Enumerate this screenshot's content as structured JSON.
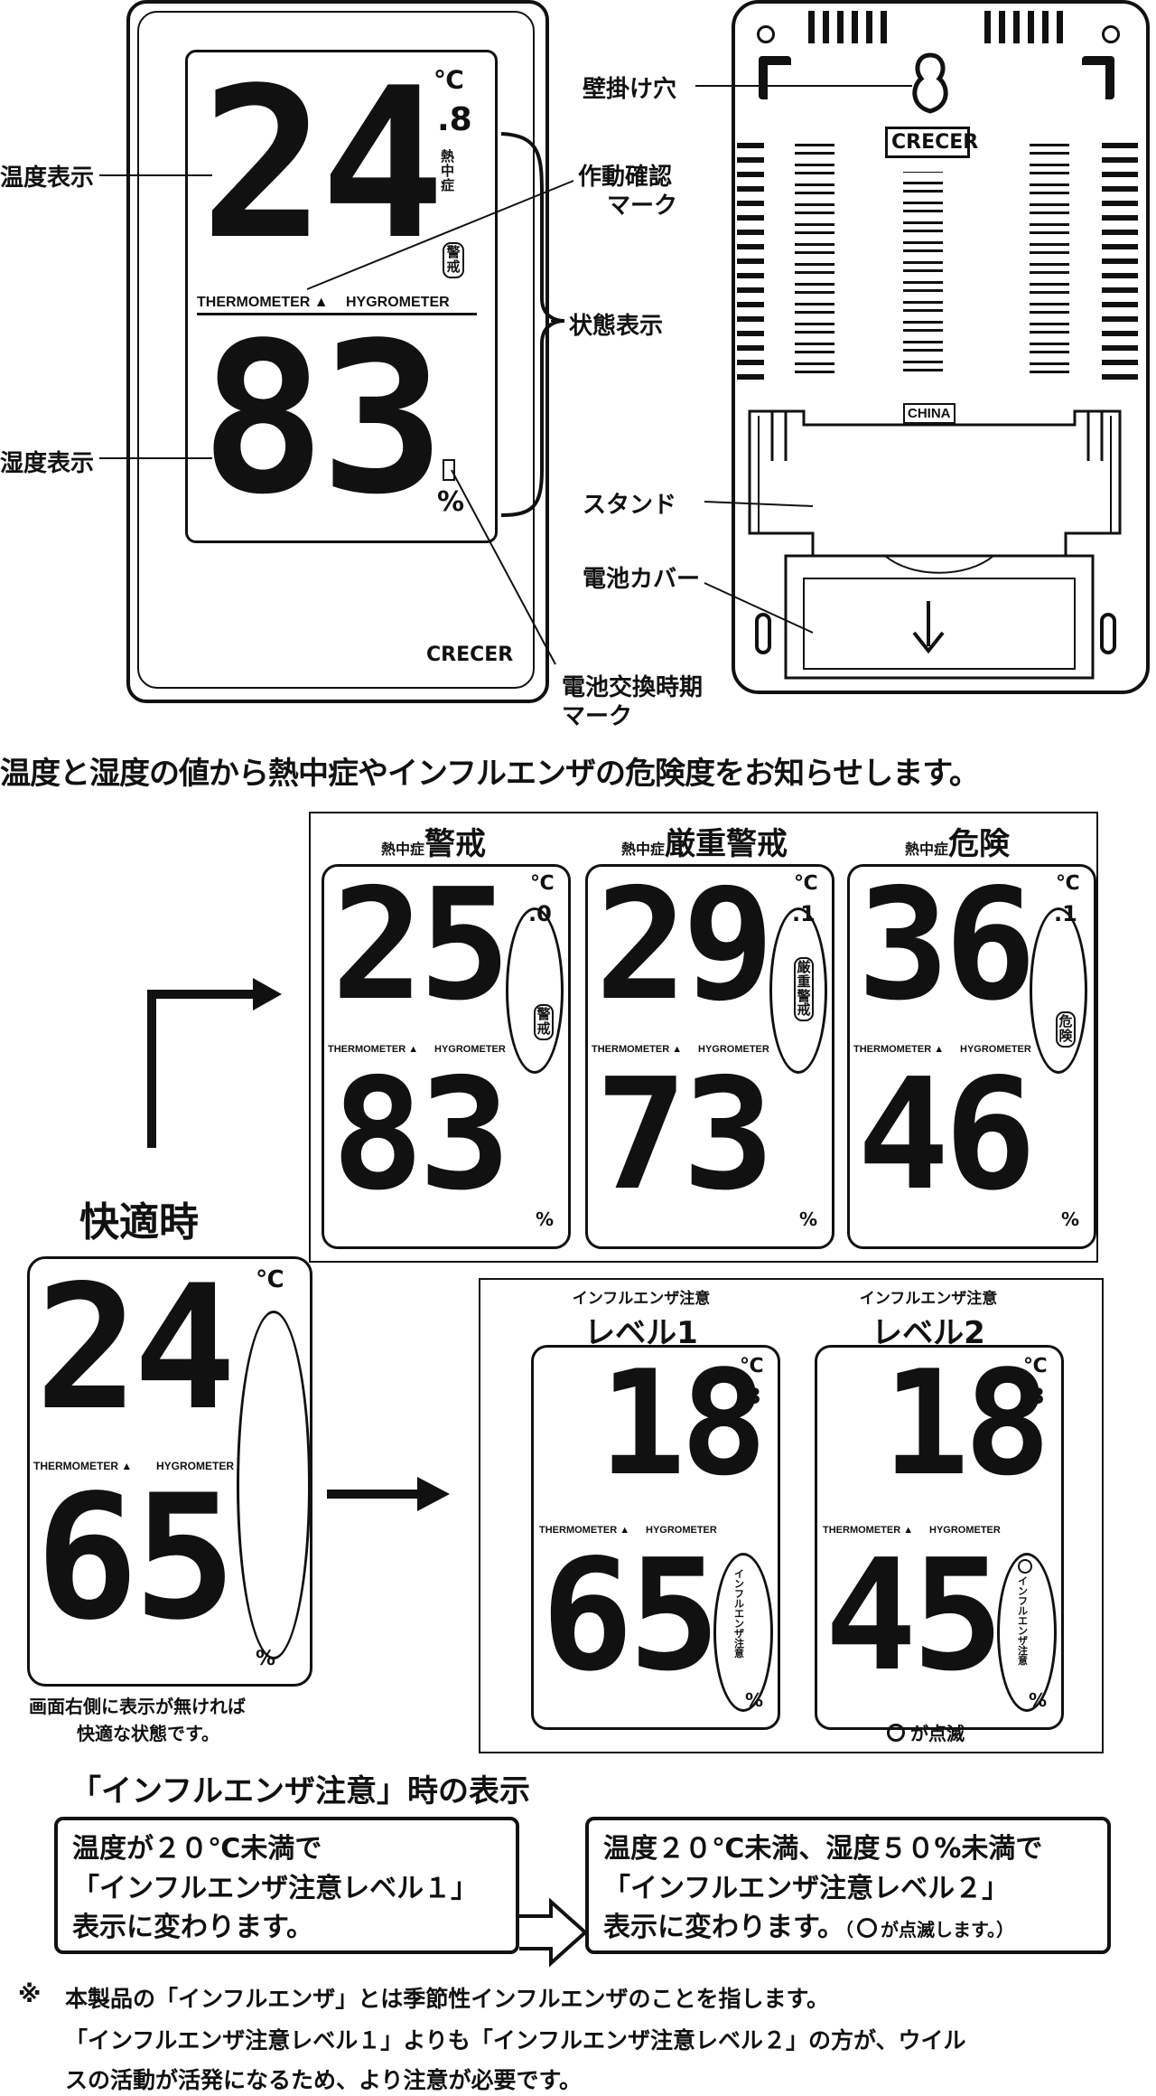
{
  "labels": {
    "temp_display": "温度表示",
    "humidity_display": "湿度表示",
    "operation_mark_1": "作動確認",
    "operation_mark_2": "マーク",
    "status_display": "状態表示",
    "battery_mark_1": "電池交換時期",
    "battery_mark_2": "マーク",
    "wall_hole": "壁掛け穴",
    "stand": "スタンド",
    "battery_cover": "電池カバー"
  },
  "device": {
    "temp": "24",
    "temp_decimal": ".8",
    "humidity": "83",
    "unit_c": "℃",
    "unit_pct": "%",
    "heat_label": "熱中症",
    "warning": "警戒",
    "thermometer": "THERMOMETER ▲",
    "hygrometer": "HYGROMETER",
    "brand": "CRECER",
    "made_in": "CHINA"
  },
  "intro": "温度と湿度の値から熱中症やインフルエンザの危険度をお知らせします。",
  "heat_panels": [
    {
      "prefix": "熱中症",
      "title": "警戒",
      "temp": "25",
      "dec": ".0",
      "hum": "83",
      "badge": "警戒"
    },
    {
      "prefix": "熱中症",
      "title": "厳重警戒",
      "temp": "29",
      "dec": ".1",
      "hum": "73",
      "badge": "厳重警戒"
    },
    {
      "prefix": "熱中症",
      "title": "危険",
      "temp": "36",
      "dec": ".1",
      "hum": "46",
      "badge": "危険"
    }
  ],
  "comfort": {
    "title": "快適時",
    "temp": "24",
    "hum": "65",
    "note_1": "画面右側に表示が無ければ",
    "note_2": "快適な状態です。"
  },
  "flu_panels": [
    {
      "prefix": "インフルエンザ注意",
      "title": "レベル1",
      "temp": "18",
      "dec": ".3",
      "hum": "65"
    },
    {
      "prefix": "インフルエンザ注意",
      "title": "レベル2",
      "temp": "18",
      "dec": ".3",
      "hum": "45"
    }
  ],
  "flu_badge": "インフルエンザ注意",
  "blink_note": "が点滅",
  "flu_section_title": "「インフルエンザ注意」時の表示",
  "box1": {
    "l1": "温度が２０℃未満で",
    "l2": "「インフルエンザ注意レベル１」",
    "l3": "表示に変わります。"
  },
  "box2": {
    "l1": "温度２０℃未満、湿度５０%未満で",
    "l2": "「インフルエンザ注意レベル２」",
    "l3": "表示に変わります。",
    "l3b": "（",
    "l3c": "が点滅します。）"
  },
  "footnote": {
    "mark": "※",
    "l1": "本製品の「インフルエンザ」とは季節性インフルエンザのことを指します。",
    "l2": "「インフルエンザ注意レベル１」よりも「インフルエンザ注意レベル２」の方が、ウイル",
    "l3": "スの活動が活発になるため、より注意が必要です。"
  }
}
